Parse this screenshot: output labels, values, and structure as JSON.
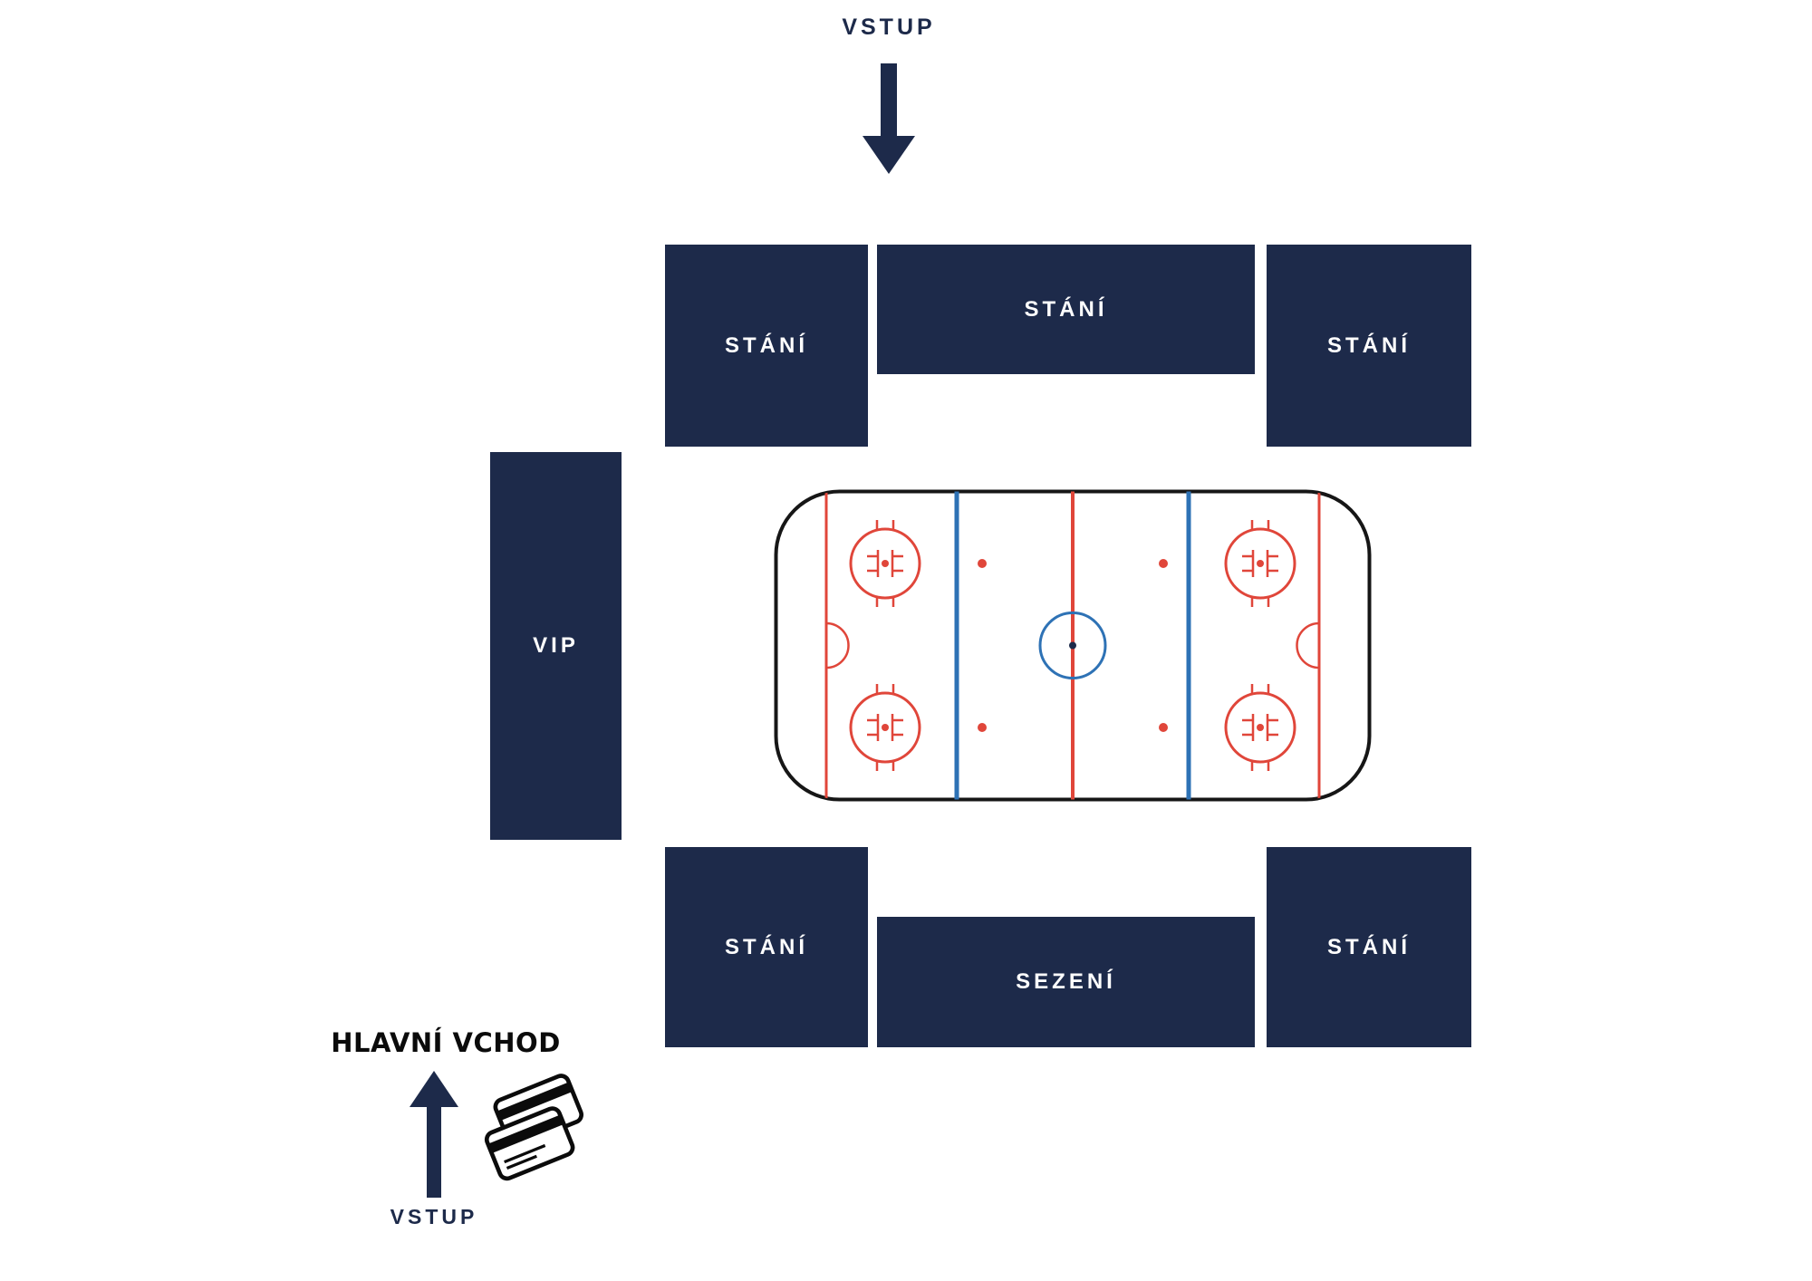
{
  "map": {
    "entrance_top": {
      "label": "VSTUP"
    },
    "entrance_main": {
      "title": "HLAVNÍ VCHOD",
      "label": "VSTUP"
    },
    "sections": {
      "top_left": {
        "label": "STÁNÍ"
      },
      "top_center": {
        "label": "STÁNÍ"
      },
      "top_right": {
        "label": "STÁNÍ"
      },
      "vip": {
        "label": "VIP"
      },
      "bottom_left": {
        "label": "STÁNÍ"
      },
      "bottom_center": {
        "label": "SEZENÍ"
      },
      "bottom_right": {
        "label": "STÁNÍ"
      }
    },
    "icons": {
      "arrow_down": "arrow-down-icon",
      "arrow_up": "arrow-up-icon",
      "tickets": "tickets-icon",
      "rink": "hockey-rink"
    },
    "colors": {
      "navy": "#1d2a4a",
      "rink_red": "#e0463a",
      "rink_blue": "#2e72b5",
      "ink": "#0b0b0b",
      "background": "#ffffff"
    }
  }
}
